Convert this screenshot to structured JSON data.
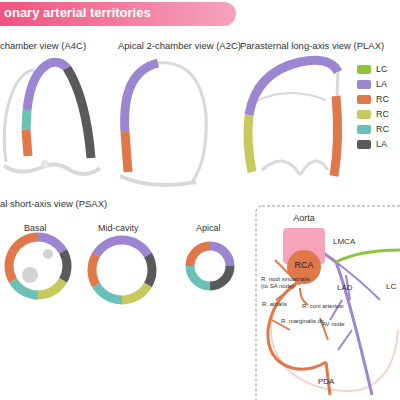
{
  "diagram": {
    "title": "onary arterial territories",
    "nodes": [
      {
        "text": [
          "Aorta"
        ]
      },
      {
        "text": [
          "RCA"
        ],
        "in": 0
      }
    ],
    "labels": [
      "chamber view (A4C)",
      "Apical 2-chamber view (A2C)",
      "Parasternal long-axis view (PLAX)",
      "al short-axis view (PSAX)",
      "Basal",
      "Mid-cavity",
      "Apical",
      "R. nodi sinuatrialis (to SA node)",
      "R. atrialis",
      "R. coni arteriosi",
      "LMCA",
      "LAD",
      "LC",
      "R. marginalis dx",
      "AV node",
      "PDA"
    ],
    "legend": [
      {
        "text": "LC",
        "color": "#8cc63e"
      },
      {
        "text": "LA",
        "color": "#9c86d2"
      },
      {
        "text": "RC",
        "color": "#e0784a"
      },
      {
        "text": "RC",
        "color": "#c6c95d"
      },
      {
        "text": "RC",
        "color": "#6cc1b7"
      },
      {
        "text": "LA",
        "color": "#5a5a5a"
      }
    ]
  }
}
